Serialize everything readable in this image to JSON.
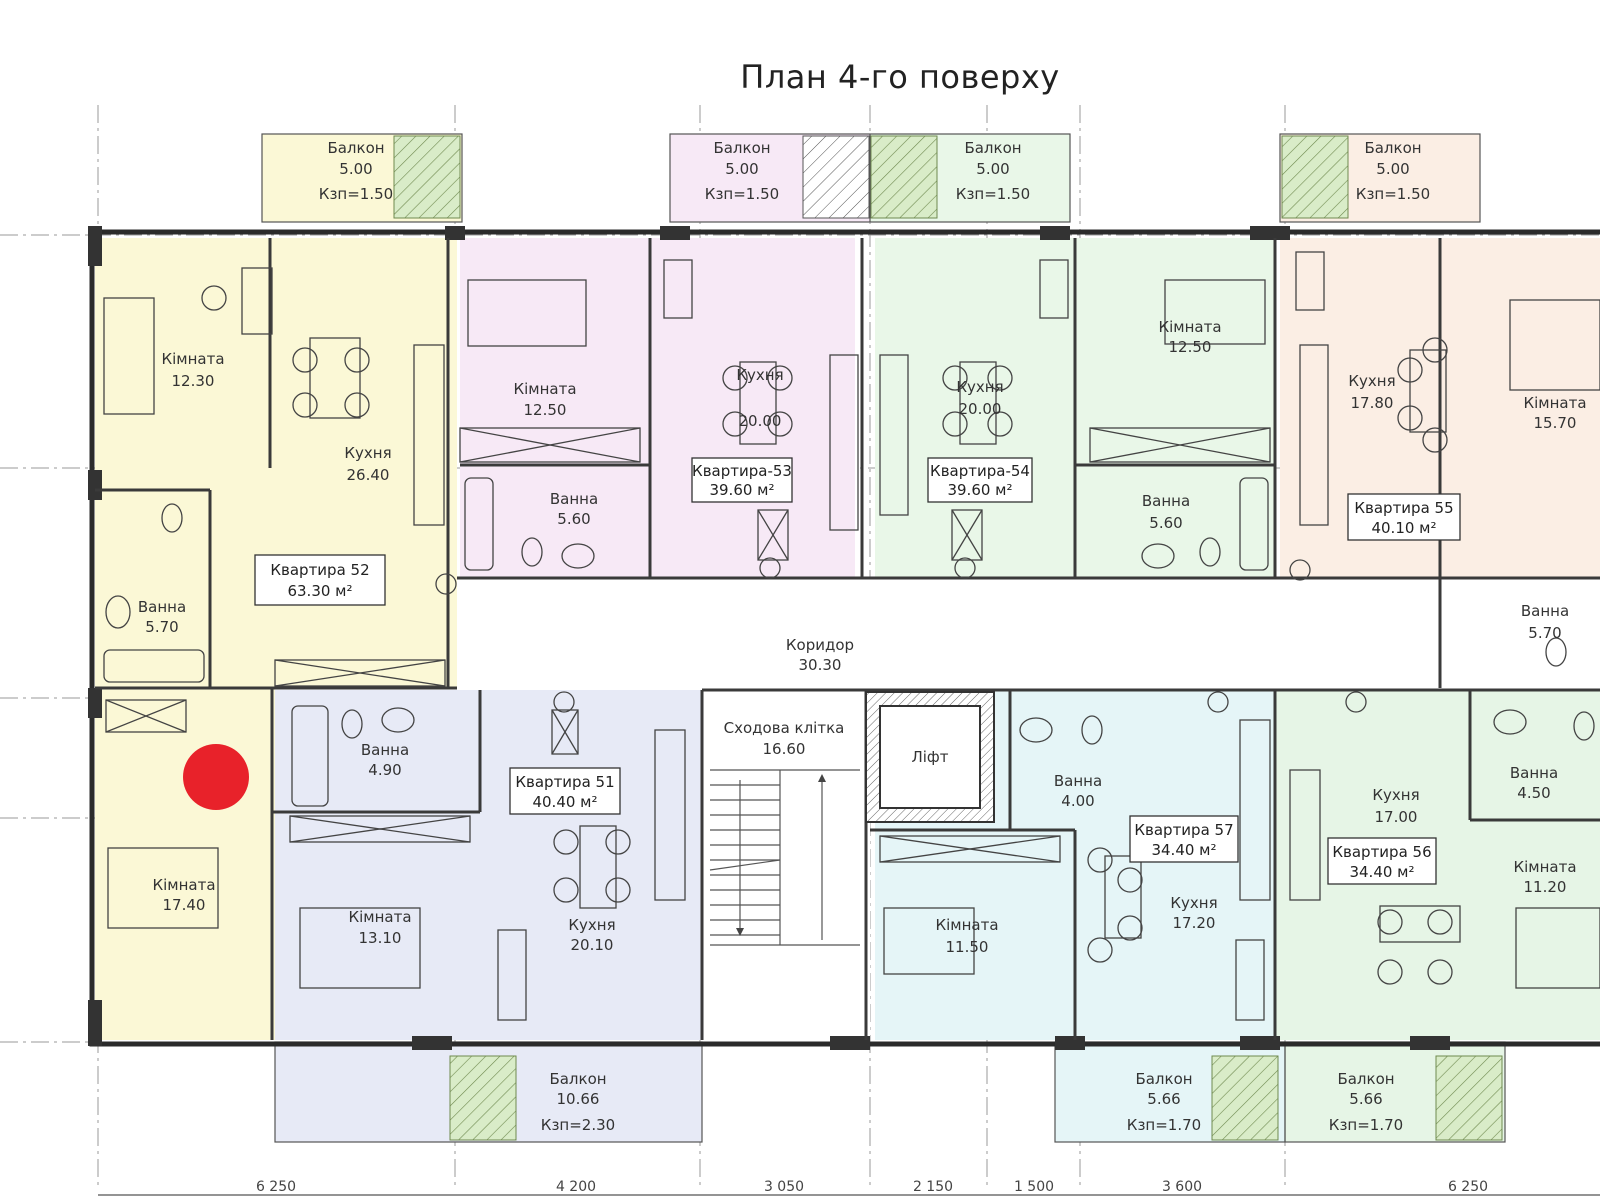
{
  "title": "План 4-го поверху",
  "colors": {
    "apt52": "#fbf8d6",
    "apt53": "#f7e9f6",
    "apt54": "#e9f7e8",
    "apt55": "#fbeee4",
    "apt51": "#e7eaf6",
    "apt57": "#e5f5f7",
    "apt56": "#e6f5e6",
    "marker": "#e8222a"
  },
  "apartments": [
    {
      "label": "Квартира 52",
      "area": "63.30 м²"
    },
    {
      "label": "Квартира-53",
      "area": "39.60 м²"
    },
    {
      "label": "Квартира-54",
      "area": "39.60 м²"
    },
    {
      "label": "Квартира 55",
      "area": "40.10 м²"
    },
    {
      "label": "Квартира 51",
      "area": "40.40 м²"
    },
    {
      "label": "Квартира 57",
      "area": "34.40 м²"
    },
    {
      "label": "Квартира 56",
      "area": "34.40 м²"
    }
  ],
  "rooms": [
    {
      "name": "Кімната",
      "area": "12.30"
    },
    {
      "name": "Кухня",
      "area": "26.40"
    },
    {
      "name": "Ванна",
      "area": "5.70"
    },
    {
      "name": "Кімната",
      "area": "17.40"
    },
    {
      "name": "Кімната",
      "area": "12.50"
    },
    {
      "name": "Кухня",
      "area": "20.00"
    },
    {
      "name": "Ванна",
      "area": "5.60"
    },
    {
      "name": "Кухня",
      "area": "20.00"
    },
    {
      "name": "Кімната",
      "area": "12.50"
    },
    {
      "name": "Ванна",
      "area": "5.60"
    },
    {
      "name": "Кухня",
      "area": "17.80"
    },
    {
      "name": "Кімната",
      "area": "15.70"
    },
    {
      "name": "Ванна",
      "area": "5.70"
    },
    {
      "name": "Коридор",
      "area": "30.30"
    },
    {
      "name": "Ванна",
      "area": "4.90"
    },
    {
      "name": "Кімната",
      "area": "13.10"
    },
    {
      "name": "Кухня",
      "area": "20.10"
    },
    {
      "name": "Сходова клітка",
      "area": "16.60"
    },
    {
      "name": "Ліфт",
      "area": ""
    },
    {
      "name": "Ванна",
      "area": "4.00"
    },
    {
      "name": "Кімната",
      "area": "11.50"
    },
    {
      "name": "Кухня",
      "area": "17.20"
    },
    {
      "name": "Кухня",
      "area": "17.00"
    },
    {
      "name": "Ванна",
      "area": "4.50"
    },
    {
      "name": "Кімната",
      "area": "11.20"
    }
  ],
  "balconies": [
    {
      "name": "Балкон",
      "area": "5.00",
      "coef": "Кзп=1.50"
    },
    {
      "name": "Балкон",
      "area": "5.00",
      "coef": "Кзп=1.50"
    },
    {
      "name": "Балкон",
      "area": "5.00",
      "coef": "Кзп=1.50"
    },
    {
      "name": "Балкон",
      "area": "5.00",
      "coef": "Кзп=1.50"
    },
    {
      "name": "Балкон",
      "area": "10.66",
      "coef": "Кзп=2.30"
    },
    {
      "name": "Балкон",
      "area": "5.66",
      "coef": "Кзп=1.70"
    },
    {
      "name": "Балкон",
      "area": "5.66",
      "coef": "Кзп=1.70"
    }
  ],
  "dimensions": [
    "6 250",
    "4 200",
    "3 050",
    "2 150",
    "1 500",
    "3 600",
    "6 250"
  ]
}
